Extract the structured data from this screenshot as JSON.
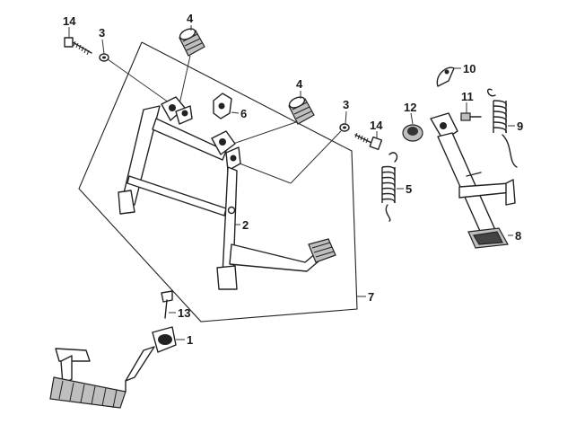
{
  "diagram": {
    "callouts": [
      {
        "id": "c14a",
        "label": "14"
      },
      {
        "id": "c3a",
        "label": "3"
      },
      {
        "id": "c4a",
        "label": "4"
      },
      {
        "id": "c6",
        "label": "6"
      },
      {
        "id": "c4b",
        "label": "4"
      },
      {
        "id": "c3b",
        "label": "3"
      },
      {
        "id": "c14b",
        "label": "14"
      },
      {
        "id": "c12",
        "label": "12"
      },
      {
        "id": "c10",
        "label": "10"
      },
      {
        "id": "c11",
        "label": "11"
      },
      {
        "id": "c9",
        "label": "9"
      },
      {
        "id": "c5",
        "label": "5"
      },
      {
        "id": "c2",
        "label": "2"
      },
      {
        "id": "c8",
        "label": "8"
      },
      {
        "id": "c7",
        "label": "7"
      },
      {
        "id": "c13",
        "label": "13"
      },
      {
        "id": "c1",
        "label": "1"
      }
    ]
  }
}
